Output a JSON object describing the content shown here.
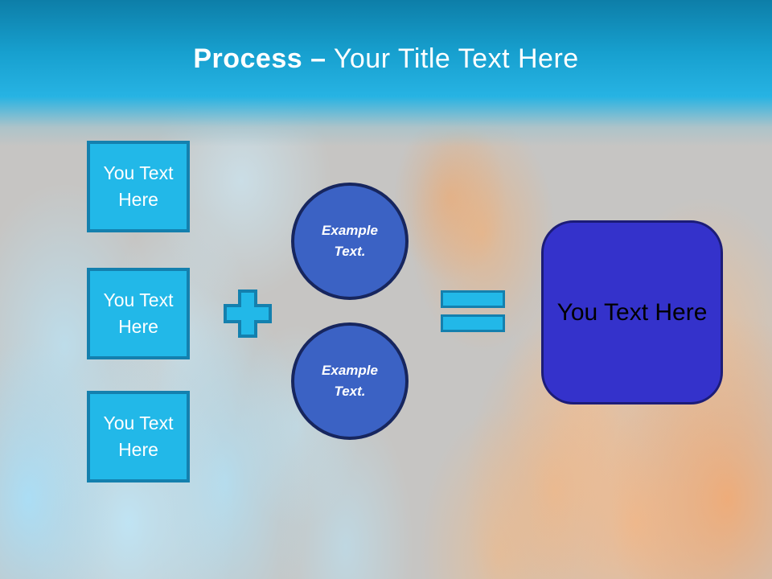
{
  "title": {
    "bold": "Process –",
    "regular": "Your Title Text Here"
  },
  "input_boxes": [
    {
      "label": "You Text\nHere"
    },
    {
      "label": "You Text\nHere"
    },
    {
      "label": "You Text\nHere"
    }
  ],
  "operators": {
    "plus_symbol": "+",
    "equals_symbol": "="
  },
  "example_circles": [
    {
      "label": "Example\nText."
    },
    {
      "label": "Example\nText."
    }
  ],
  "result_box": {
    "label": "You Text Here"
  },
  "colors": {
    "header_top": "#0d7ea8",
    "header_cyan": "#27b3e3",
    "canvas_gray": "#c6c5c3",
    "cyan_fill": "#22b8e8",
    "cyan_border": "#1480ae",
    "circle_fill": "#3b62c4",
    "circle_border": "#17265e",
    "result_fill": "#3432cb",
    "result_border": "#1c1c78",
    "title_text": "#ffffff",
    "box_text": "#ffffff",
    "result_text": "#000000",
    "blue_flame": "#bce6fa",
    "orange_flame": "#f4b683"
  }
}
